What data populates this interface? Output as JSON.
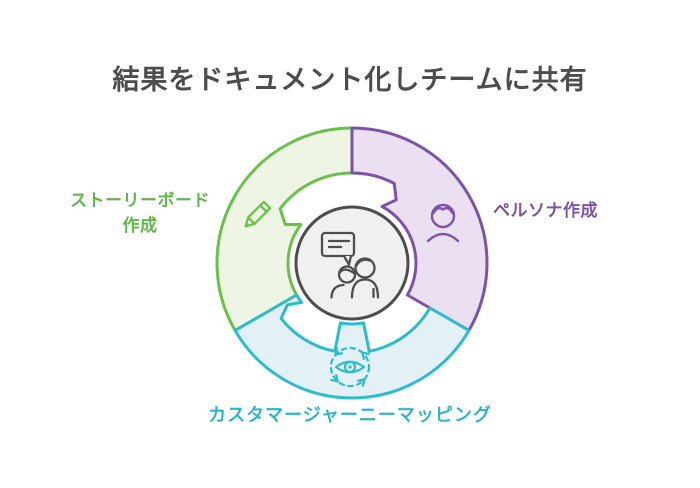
{
  "title": {
    "text": "結果をドキュメント化しチームに共有",
    "color": "#4d4d4d"
  },
  "diagram": {
    "type": "cycle-infographic",
    "center": {
      "icon": "discussion-icon",
      "fill": "#f0f0f0",
      "stroke": "#4d4d4d"
    },
    "segments": [
      {
        "name": "storyboard",
        "label_line1": "ストーリーボード",
        "label_line2": "作成",
        "icon": "pencil-icon",
        "stroke": "#6bbf4b",
        "fill": "#eff5e5",
        "position": "top-left"
      },
      {
        "name": "persona",
        "label": "ペルソナ作成",
        "icon": "persona-icon",
        "stroke": "#7c53a5",
        "fill": "#eae0f2",
        "position": "top-right"
      },
      {
        "name": "customer-journey",
        "label": "カスタマージャーニーマッピング",
        "icon": "eye-cycle-icon",
        "stroke": "#2ebccd",
        "fill": "#e3f1f7",
        "position": "bottom"
      }
    ]
  }
}
